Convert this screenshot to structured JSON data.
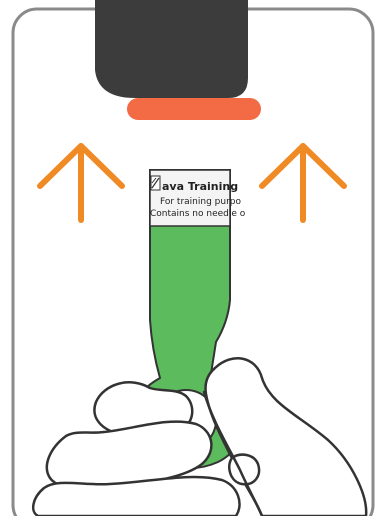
{
  "colors": {
    "frame_border": "#8a8a8a",
    "device_body": "#3c3c3c",
    "device_cap_band": "#f26b45",
    "arrow": "#f08a24",
    "plunger_green": "#5cbb5c",
    "outline": "#333333",
    "label_bg": "#f4f4f4",
    "hand_fill": "#ffffff"
  },
  "icons": {
    "left_arrow": "arrow-up-icon",
    "right_arrow": "arrow-up-icon",
    "label_logo": "brand-logo-icon"
  },
  "label": {
    "title": "ava Training",
    "line1": "For training purpo",
    "line2": "Contains no needle o"
  }
}
